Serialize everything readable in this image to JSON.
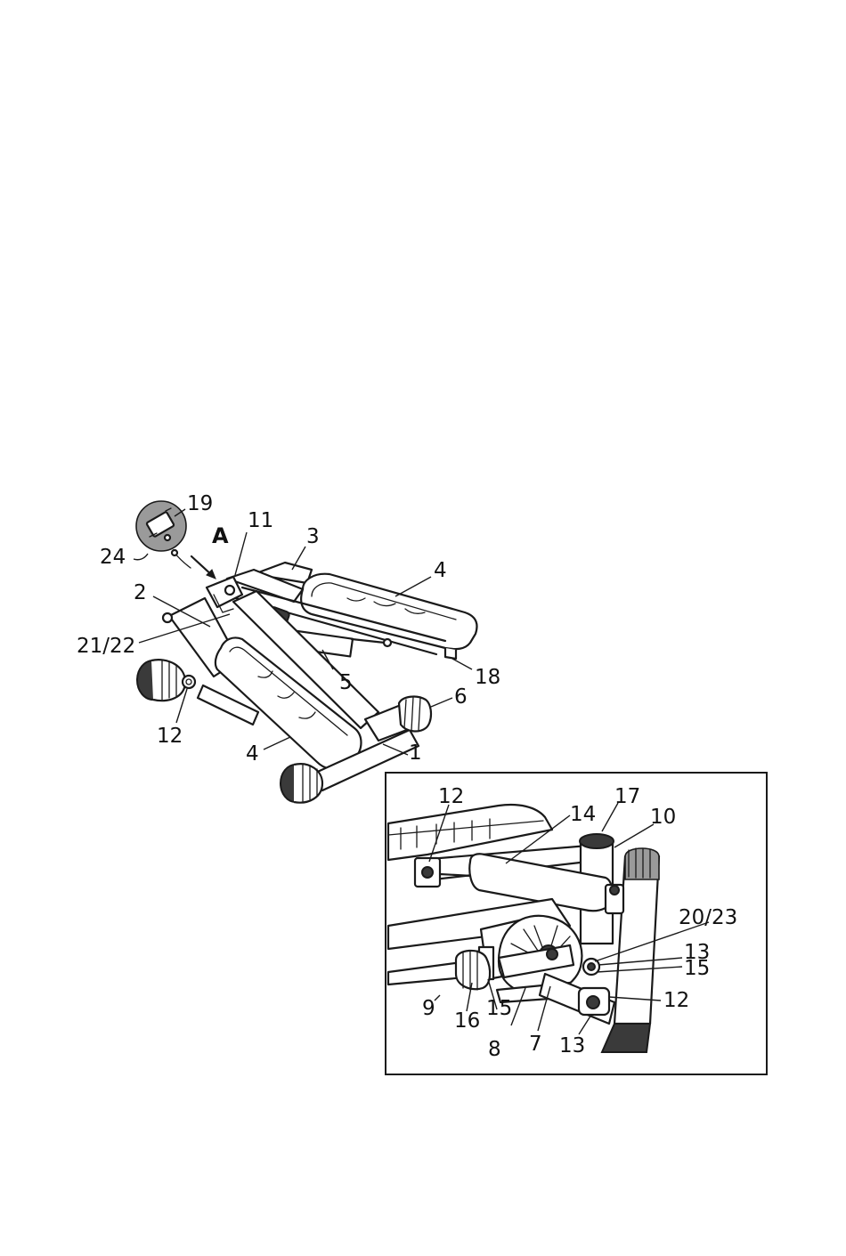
{
  "diagram": {
    "main_view_labels": {
      "callout_19": "19",
      "callout_24": "24",
      "callout_A": "A",
      "callout_11": "11",
      "callout_3": "3",
      "callout_4_top": "4",
      "callout_2": "2",
      "callout_21_22": "21/22",
      "callout_5": "5",
      "callout_18": "18",
      "callout_6": "6",
      "callout_12": "12",
      "callout_4_bottom": "4",
      "callout_1": "1"
    },
    "detail_view_labels": {
      "callout_12_top": "12",
      "callout_17": "17",
      "callout_14": "14",
      "callout_10": "10",
      "callout_20_23": "20/23",
      "callout_13_top": "13",
      "callout_15_right": "15",
      "callout_12_right": "12",
      "callout_9": "9",
      "callout_16": "16",
      "callout_15_left": "15",
      "callout_8": "8",
      "callout_7": "7",
      "callout_13_bottom": "13"
    }
  }
}
